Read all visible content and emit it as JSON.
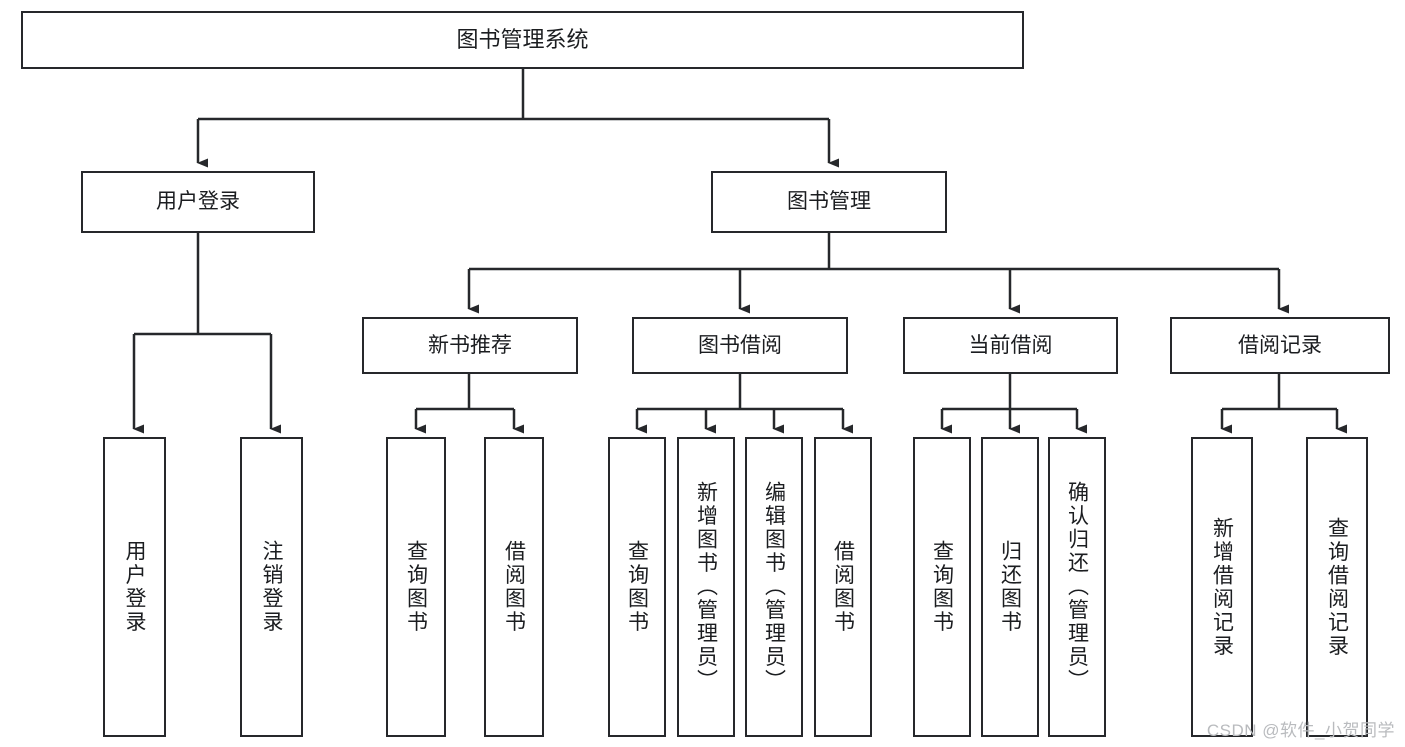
{
  "diagram": {
    "type": "hierarchy-tree",
    "title": "图书管理系统",
    "stroke_color": "#26282b",
    "fill_color": "#ffffff",
    "text_color": "#1b1d20",
    "levels": [
      {
        "level": 1,
        "nodes": [
          {
            "id": "root",
            "label": "图书管理系统",
            "orientation": "horizontal"
          }
        ]
      },
      {
        "level": 2,
        "nodes": [
          {
            "id": "user-login",
            "label": "用户登录",
            "orientation": "horizontal",
            "parent": "root"
          },
          {
            "id": "book-manage",
            "label": "图书管理",
            "orientation": "horizontal",
            "parent": "root"
          }
        ]
      },
      {
        "level": 3,
        "nodes": [
          {
            "id": "new-book-recommend",
            "label": "新书推荐",
            "orientation": "horizontal",
            "parent": "book-manage"
          },
          {
            "id": "book-borrow",
            "label": "图书借阅",
            "orientation": "horizontal",
            "parent": "book-manage"
          },
          {
            "id": "current-borrow",
            "label": "当前借阅",
            "orientation": "horizontal",
            "parent": "book-manage"
          },
          {
            "id": "borrow-record",
            "label": "借阅记录",
            "orientation": "horizontal",
            "parent": "book-manage"
          }
        ]
      },
      {
        "level": 4,
        "nodes": [
          {
            "id": "leaf-user-login",
            "label": "用户登录",
            "orientation": "vertical",
            "parent": "user-login"
          },
          {
            "id": "leaf-logout",
            "label": "注销登录",
            "orientation": "vertical",
            "parent": "user-login"
          },
          {
            "id": "leaf-query-book-1",
            "label": "查询图书",
            "orientation": "vertical",
            "parent": "new-book-recommend"
          },
          {
            "id": "leaf-borrow-book-1",
            "label": "借阅图书",
            "orientation": "vertical",
            "parent": "new-book-recommend"
          },
          {
            "id": "leaf-query-book-2",
            "label": "查询图书",
            "orientation": "vertical",
            "parent": "book-borrow"
          },
          {
            "id": "leaf-add-book",
            "label": "新增图书（管理员）",
            "orientation": "vertical",
            "parent": "book-borrow"
          },
          {
            "id": "leaf-edit-book",
            "label": "编辑图书（管理员）",
            "orientation": "vertical",
            "parent": "book-borrow"
          },
          {
            "id": "leaf-borrow-book-2",
            "label": "借阅图书",
            "orientation": "vertical",
            "parent": "book-borrow"
          },
          {
            "id": "leaf-query-book-3",
            "label": "查询图书",
            "orientation": "vertical",
            "parent": "current-borrow"
          },
          {
            "id": "leaf-return-book",
            "label": "归还图书",
            "orientation": "vertical",
            "parent": "current-borrow"
          },
          {
            "id": "leaf-confirm-return",
            "label": "确认归还（管理员）",
            "orientation": "vertical",
            "parent": "current-borrow"
          },
          {
            "id": "leaf-add-record",
            "label": "新增借阅记录",
            "orientation": "vertical",
            "parent": "borrow-record"
          },
          {
            "id": "leaf-query-record",
            "label": "查询借阅记录",
            "orientation": "vertical",
            "parent": "borrow-record"
          }
        ]
      }
    ]
  },
  "nodes": {
    "root": "图书管理系统",
    "user_login": "用户登录",
    "book_manage": "图书管理",
    "new_book_recommend": "新书推荐",
    "book_borrow": "图书借阅",
    "current_borrow": "当前借阅",
    "borrow_record": "借阅记录",
    "leaf_user_login": "用户登录",
    "leaf_logout": "注销登录",
    "leaf_query_book_1": "查询图书",
    "leaf_borrow_book_1": "借阅图书",
    "leaf_query_book_2": "查询图书",
    "leaf_add_book": "新增图书（管理员）",
    "leaf_edit_book": "编辑图书（管理员）",
    "leaf_borrow_book_2": "借阅图书",
    "leaf_query_book_3": "查询图书",
    "leaf_return_book": "归还图书",
    "leaf_confirm_return": "确认归还（管理员）",
    "leaf_add_record": "新增借阅记录",
    "leaf_query_record": "查询借阅记录"
  },
  "watermark": {
    "text": "CSDN @软件_小贺同学"
  }
}
